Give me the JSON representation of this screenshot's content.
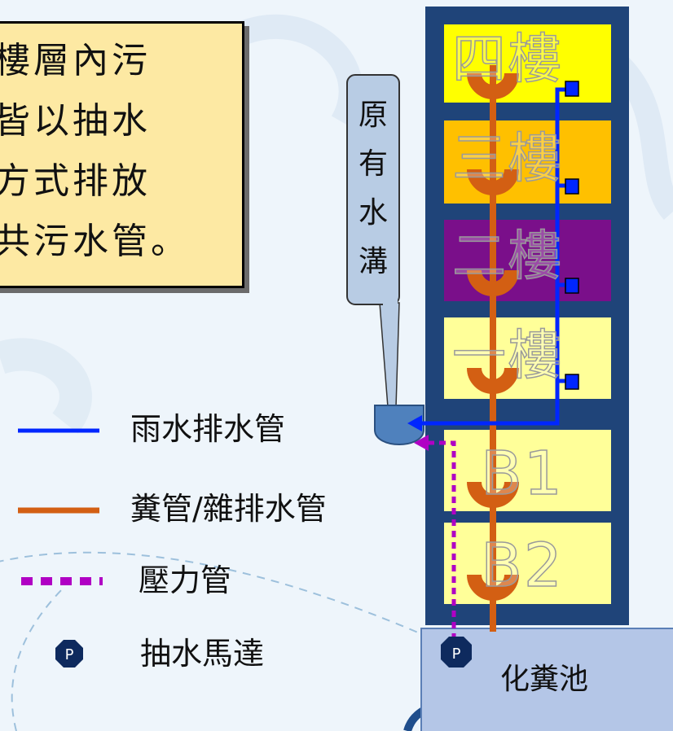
{
  "callout": {
    "lines": [
      "樓層內污",
      "皆以抽水",
      "方式排放",
      "共污水管。"
    ]
  },
  "ditch_label": "原有水溝",
  "floors": [
    {
      "label": "四樓",
      "color": "#ffff00"
    },
    {
      "label": "三樓",
      "color": "#ffc000"
    },
    {
      "label": "二樓",
      "color": "#7a0f8a"
    },
    {
      "label": "一樓",
      "color": "#ffff99"
    },
    {
      "label": "B1",
      "color": "#ffff99"
    },
    {
      "label": "B2",
      "color": "#ffff99"
    }
  ],
  "legend": {
    "rain": "雨水排水管",
    "sewage": "糞管/雜排水管",
    "pressure": "壓力管",
    "pump": "抽水馬達"
  },
  "pump_symbol": "P",
  "septic_tank": "化糞池",
  "colors": {
    "rain_pipe": "#0026ff",
    "sewage_pipe": "#d35f13",
    "pressure_pipe": "#b000c4",
    "building_frame": "#1f4479",
    "pump": "#0e2a5e",
    "tank": "#b4c6e7",
    "ditch": "#4f81bd"
  }
}
